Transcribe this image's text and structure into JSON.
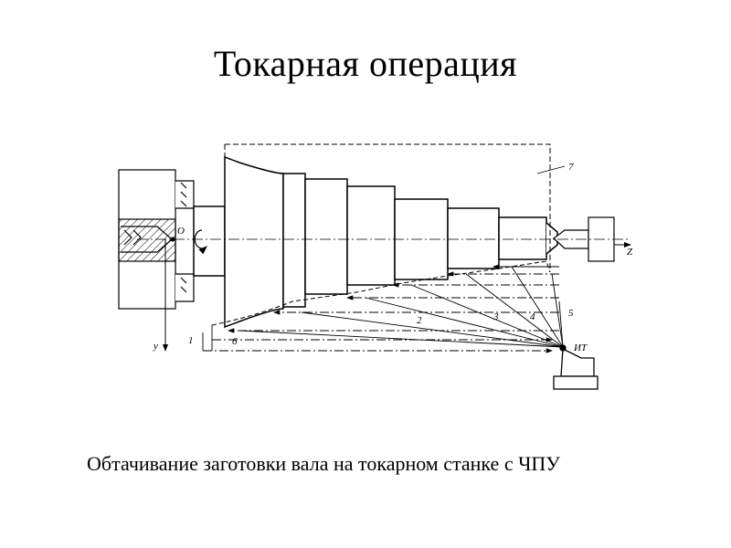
{
  "slide": {
    "title": "Токарная операция",
    "caption": "Обтачивание заготовки вала на токарном станке с ЧПУ"
  },
  "diagram": {
    "labels": {
      "origin": "O",
      "axis_z": "Z",
      "axis_y": "y",
      "pass_1": "1",
      "pass_2": "2",
      "pass_3": "3",
      "pass_4": "4",
      "pass_5": "5",
      "pass_6": "6",
      "pass_7": "7",
      "tool_point": "ИТ"
    }
  }
}
